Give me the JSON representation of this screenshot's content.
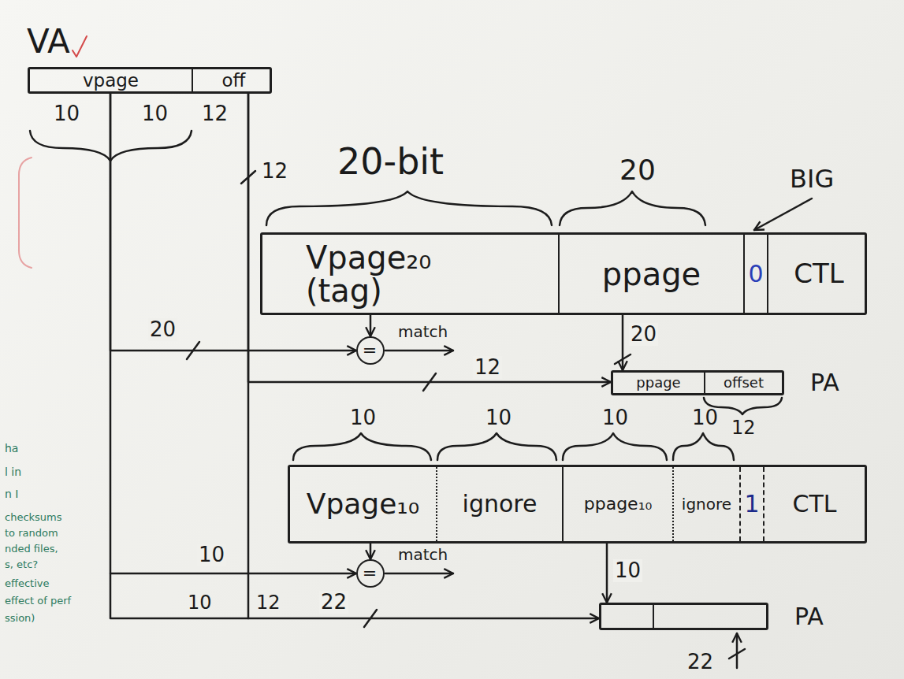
{
  "diagram": {
    "nodes": [
      {
        "text": [
          "VA",
          "vpage",
          "off"
        ]
      },
      {
        "text": [
          "Vpage₂₀ (tag)",
          "ppage",
          "0",
          "CTL"
        ]
      },
      {
        "text": [
          "="
        ]
      },
      {
        "text": [
          "ppage",
          "offset",
          "PA"
        ]
      },
      {
        "text": [
          "Vpage₁₀",
          "ignore",
          "ppage₁₀",
          "ignore",
          "1",
          "CTL"
        ]
      },
      {
        "text": [
          "="
        ]
      },
      {
        "text": [
          "PA"
        ]
      }
    ],
    "edges": [
      {
        "from": 0,
        "to": 2,
        "arrow": "to",
        "label": "20"
      },
      {
        "from": 1,
        "to": 2,
        "arrow": "to"
      },
      {
        "from": 1,
        "to": 3,
        "arrow": "to",
        "label": "20"
      },
      {
        "from": 0,
        "to": 3,
        "arrow": "to",
        "label": "12"
      },
      {
        "from": 0,
        "to": 5,
        "arrow": "to",
        "label": "10"
      },
      {
        "from": 4,
        "to": 5,
        "arrow": "to"
      },
      {
        "from": 4,
        "to": 6,
        "arrow": "to",
        "label": "10"
      },
      {
        "from": 0,
        "to": 6,
        "arrow": "to",
        "label": "22"
      }
    ],
    "labels": [
      "10",
      "10",
      "12",
      "12",
      "20-bit",
      "20",
      "BIG",
      "match",
      "12",
      "10",
      "10",
      "10",
      "10",
      "match",
      "10",
      "12",
      "22",
      "ha",
      "l in",
      "n I",
      "checksums",
      "to random",
      "nded files,",
      "s, etc?",
      "effective",
      "effect of perf",
      "ssion)"
    ]
  }
}
